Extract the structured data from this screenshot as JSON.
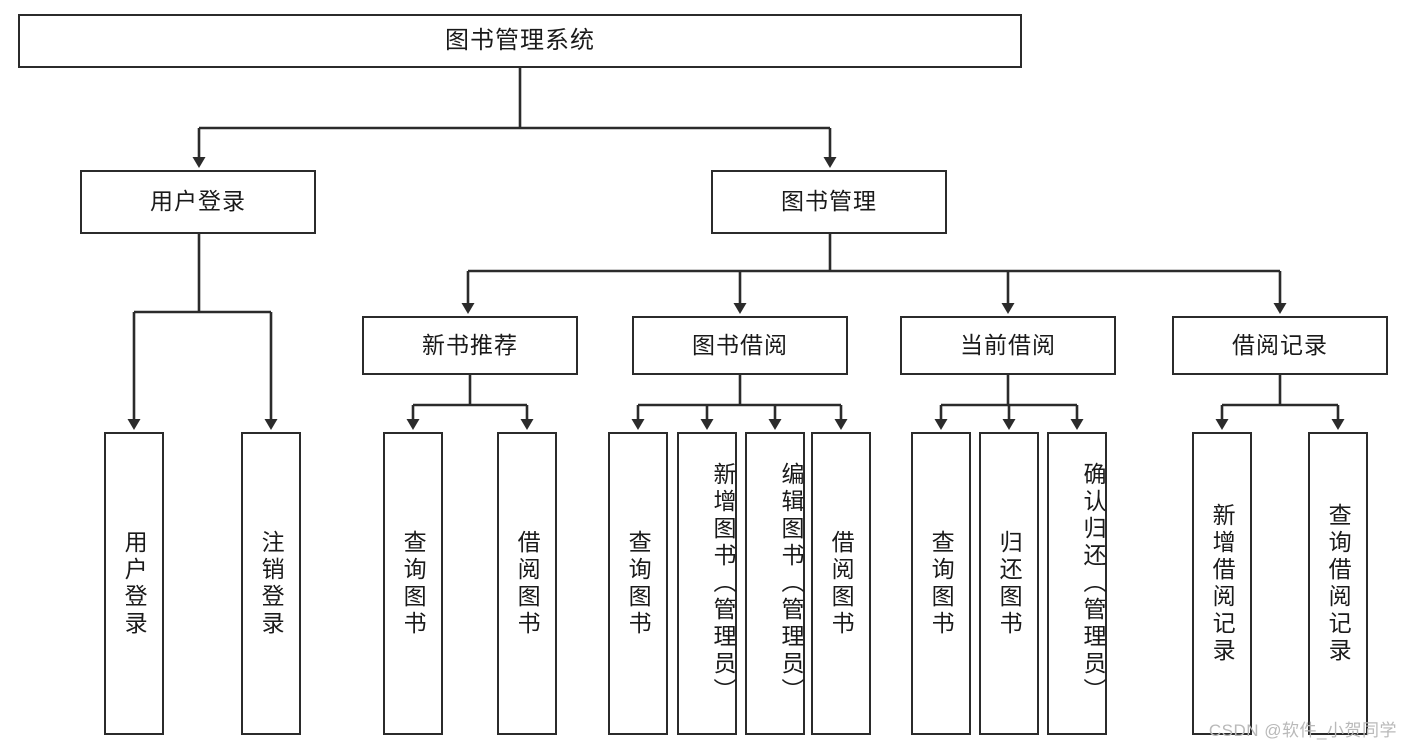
{
  "diagram": {
    "type": "tree",
    "title": "图书管理系统",
    "watermark": "CSDN @软件_小贺同学",
    "colors": {
      "box_border": "#2b2b2b",
      "box_fill": "#ffffff",
      "edge": "#2b2b2b",
      "text": "#1a1a1a",
      "watermark": "#b9b9b9",
      "background": "#ffffff"
    },
    "nodes": {
      "root": {
        "label": "图书管理系统"
      },
      "level2": [
        {
          "id": "user-login",
          "label": "用户登录"
        },
        {
          "id": "book-manage",
          "label": "图书管理"
        }
      ],
      "level3": [
        {
          "id": "new-book-recommend",
          "label": "新书推荐"
        },
        {
          "id": "book-borrow",
          "label": "图书借阅"
        },
        {
          "id": "current-borrow",
          "label": "当前借阅"
        },
        {
          "id": "borrow-record",
          "label": "借阅记录"
        }
      ],
      "leaves": {
        "user-login": [
          {
            "id": "leaf-user-login",
            "label": "用户登录",
            "align": "mid"
          },
          {
            "id": "leaf-logout",
            "label": "注销登录",
            "align": "mid"
          }
        ],
        "new-book-recommend": [
          {
            "id": "leaf-query-book-1",
            "label": "查询图书",
            "align": "mid"
          },
          {
            "id": "leaf-borrow-book-1",
            "label": "借阅图书",
            "align": "mid"
          }
        ],
        "book-borrow": [
          {
            "id": "leaf-query-book-2",
            "label": "查询图书",
            "align": "mid"
          },
          {
            "id": "leaf-add-book",
            "label": "新增图书（管理员）",
            "align": "top"
          },
          {
            "id": "leaf-edit-book",
            "label": "编辑图书（管理员）",
            "align": "top"
          },
          {
            "id": "leaf-borrow-book-2",
            "label": "借阅图书",
            "align": "mid"
          }
        ],
        "current-borrow": [
          {
            "id": "leaf-query-book-3",
            "label": "查询图书",
            "align": "mid"
          },
          {
            "id": "leaf-return-book",
            "label": "归还图书",
            "align": "mid"
          },
          {
            "id": "leaf-confirm-return",
            "label": "确认归还（管理员）",
            "align": "top"
          }
        ],
        "borrow-record": [
          {
            "id": "leaf-add-record",
            "label": "新增借阅记录",
            "align": "mid"
          },
          {
            "id": "leaf-query-record",
            "label": "查询借阅记录",
            "align": "mid"
          }
        ]
      }
    }
  }
}
